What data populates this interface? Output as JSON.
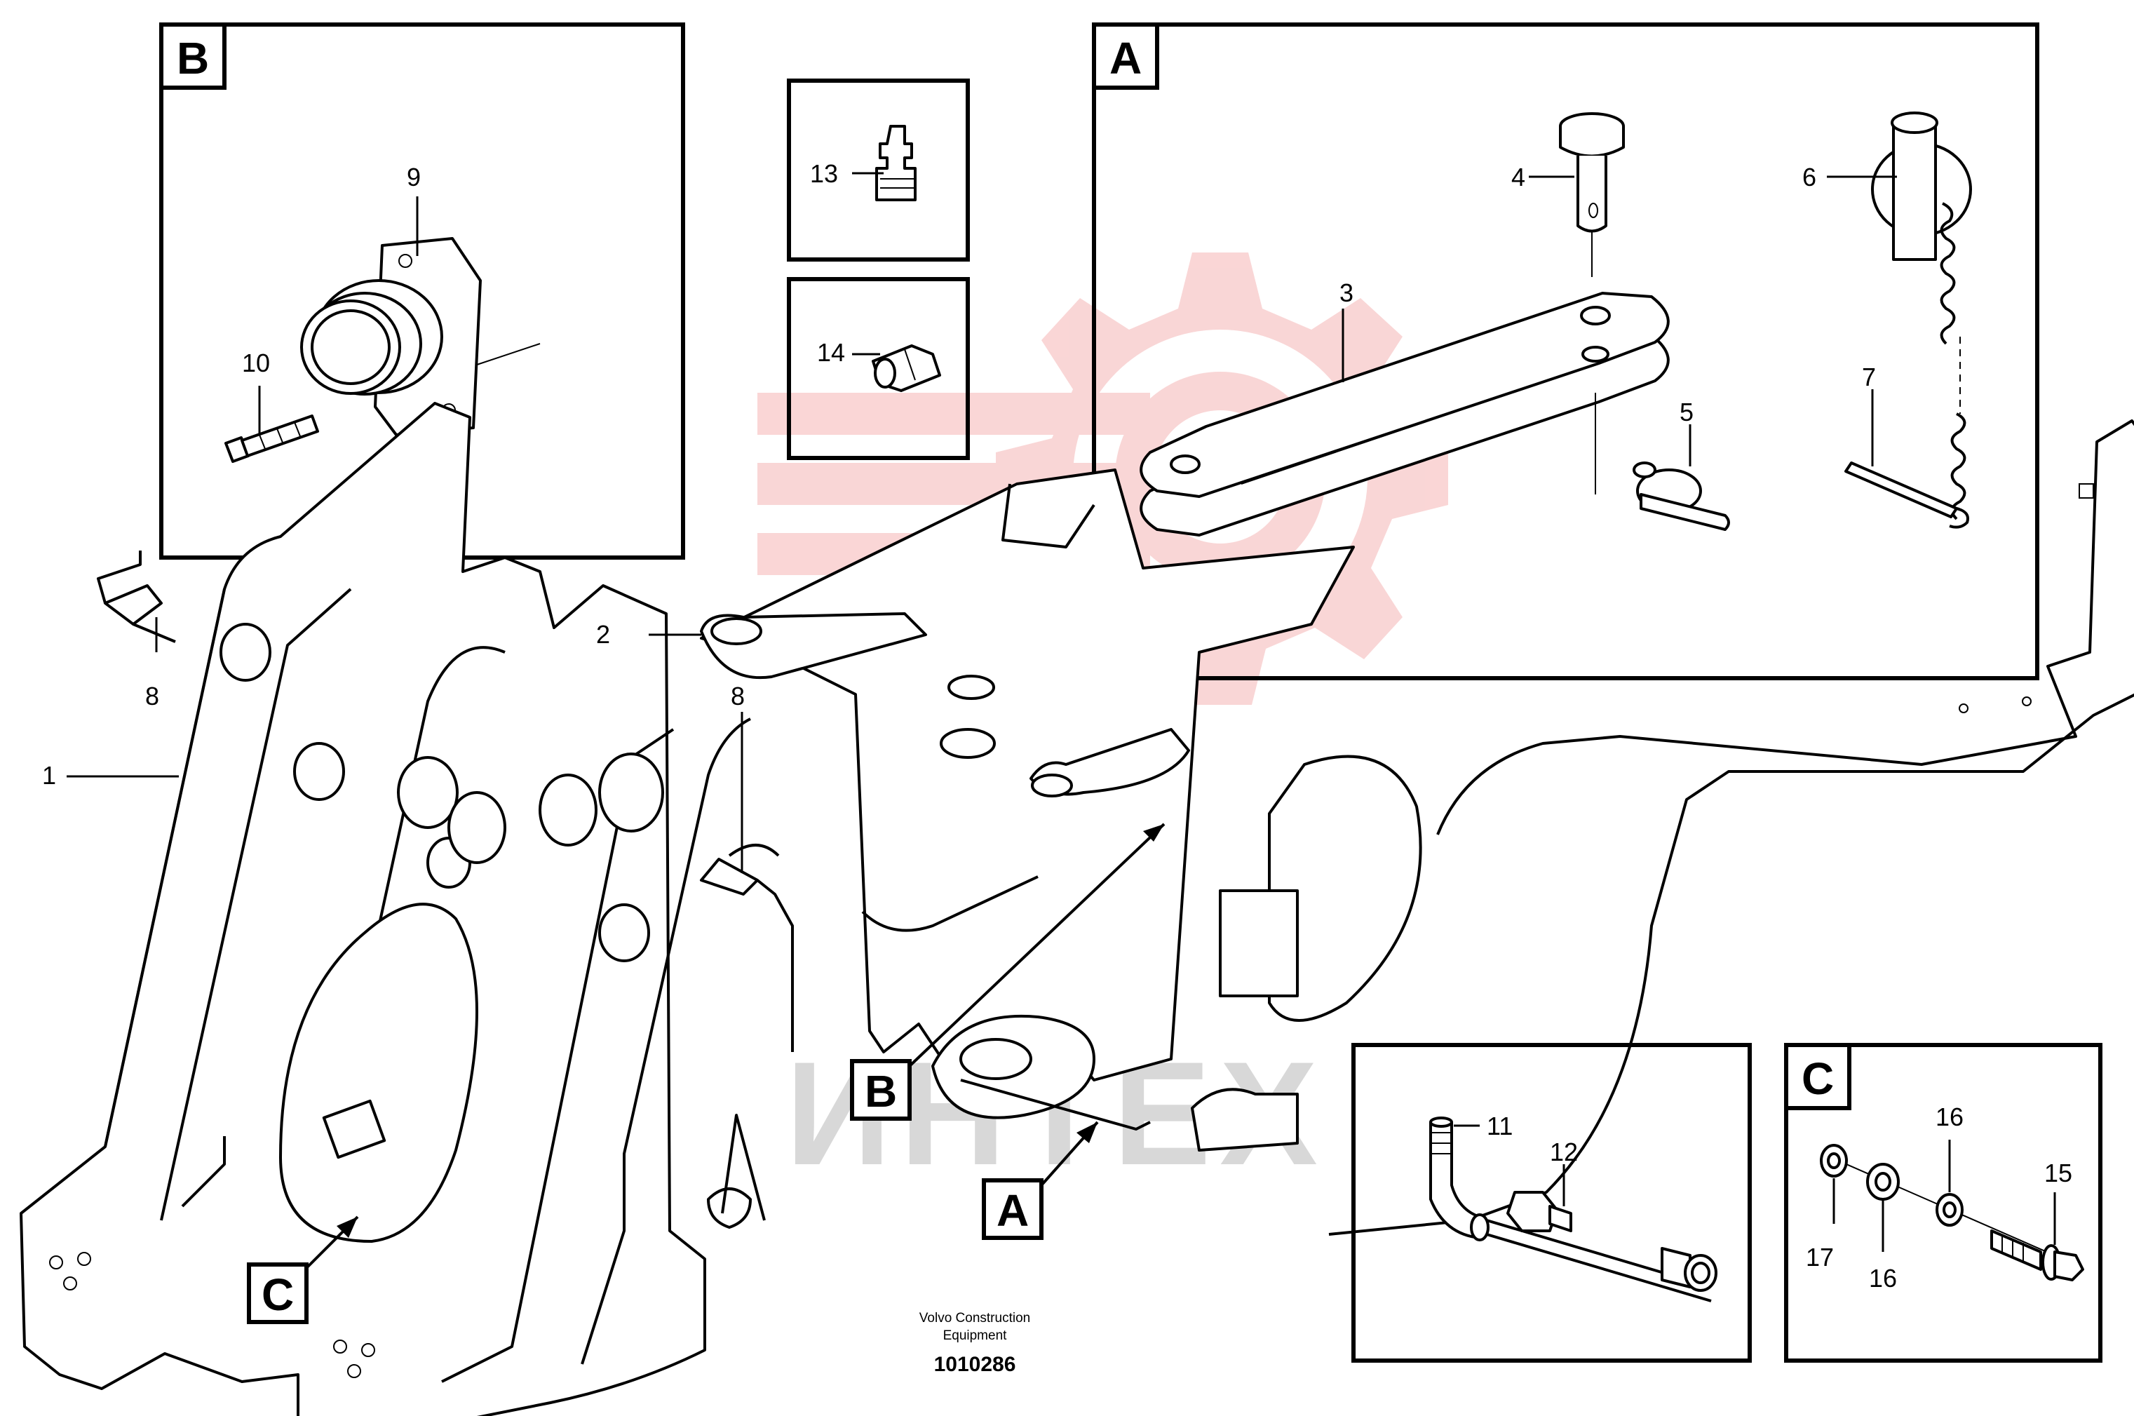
{
  "diagram": {
    "detail_boxes": [
      {
        "id": "B",
        "letter": "B"
      },
      {
        "id": "A",
        "letter": "A"
      },
      {
        "id": "C",
        "letter": "C"
      }
    ],
    "callouts": {
      "c1": "1",
      "c2": "2",
      "c3": "3",
      "c4": "4",
      "c5": "5",
      "c6": "6",
      "c7": "7",
      "c8a": "8",
      "c8b": "8",
      "c9": "9",
      "c10": "10",
      "c11": "11",
      "c12": "12",
      "c13": "13",
      "c14": "14",
      "c15": "15",
      "c16a": "16",
      "c16b": "16",
      "c17": "17"
    },
    "view_markers": {
      "b": "B",
      "a": "A",
      "c": "C"
    },
    "footer": {
      "line1": "Volvo Construction",
      "line2": "Equipment",
      "drawing_number": "1010286"
    },
    "watermark": {
      "text": "ИНТЕХ",
      "logo_color": "#f5b5b5"
    }
  }
}
